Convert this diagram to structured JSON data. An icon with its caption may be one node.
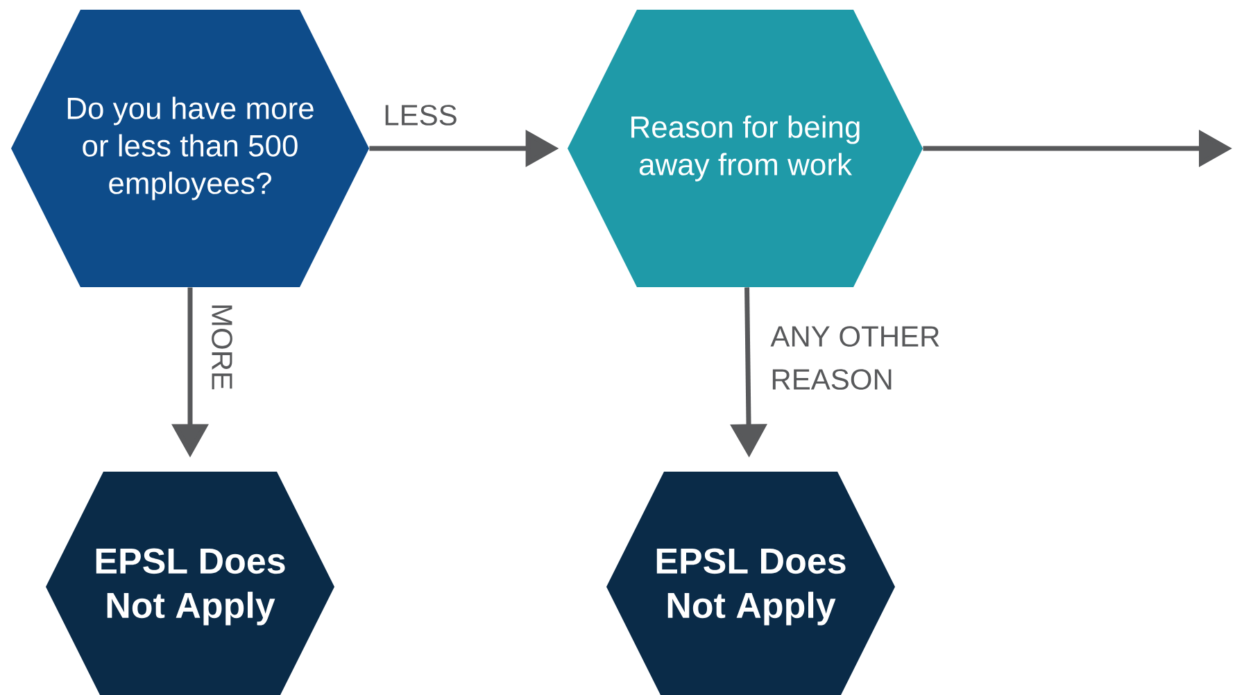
{
  "diagram": {
    "nodes": [
      {
        "text": [
          "Do you have more or less than 500 employees?"
        ]
      },
      {
        "text": [
          "Reason for being away from work"
        ]
      },
      {
        "text": [
          "EPSL Does Not Apply"
        ]
      },
      {
        "text": [
          "EPSL Does Not Apply"
        ]
      }
    ],
    "edges": [
      {
        "from": 0,
        "to": 1,
        "arrow": "to",
        "label": "LESS"
      },
      {
        "from": 0,
        "to": 2,
        "arrow": "to",
        "label": "MORE"
      },
      {
        "from": 1,
        "to": 3,
        "arrow": "to",
        "label": "ANY OTHER REASON"
      },
      {
        "from": 1,
        "to": null,
        "arrow": "to"
      }
    ]
  }
}
